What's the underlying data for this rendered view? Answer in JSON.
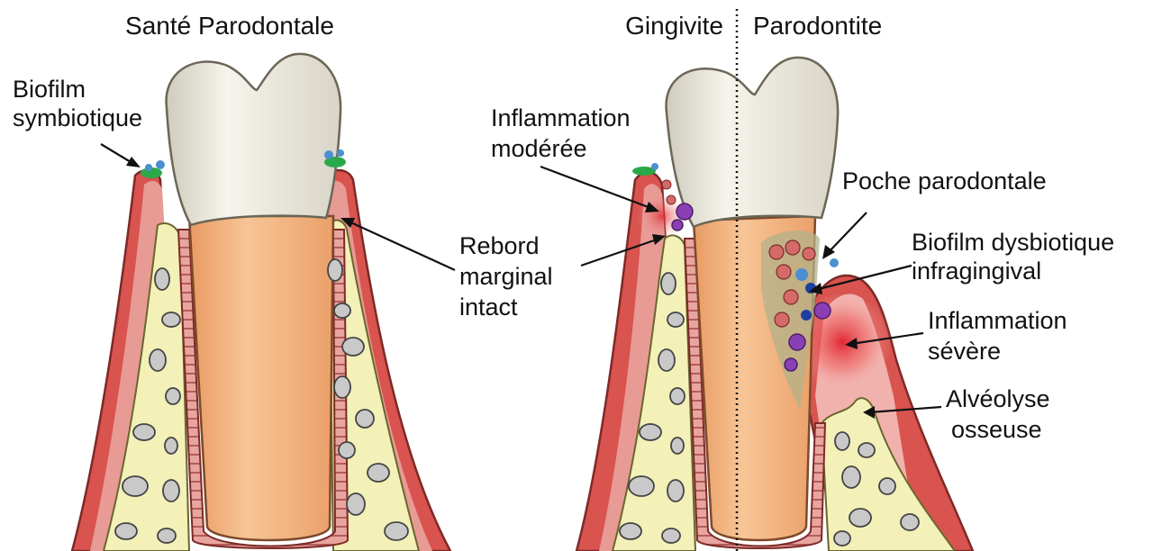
{
  "titles": {
    "left": "Santé Parodontale",
    "gingivitis": "Gingivite",
    "periodontitis": "Parodontite"
  },
  "labels": {
    "biofilm_symbiotic": [
      "Biofilm",
      "symbiotique"
    ],
    "rebord": [
      "Rebord",
      "marginal",
      "intact"
    ],
    "inflammation_moderate": [
      "Inflammation",
      "modérée"
    ],
    "poche": [
      "Poche parodontale"
    ],
    "biofilm_dysbiotic": [
      "Biofilm dysbiotique",
      "infragingival"
    ],
    "inflammation_severe": [
      "Inflammation",
      "sévère"
    ],
    "alveolyse": [
      "Alvéolyse",
      "osseuse"
    ]
  },
  "colors": {
    "gum": "#d9534f",
    "gum_inner": "#e89a94",
    "bone": "#f3f0b8",
    "crown": "#ece9df",
    "dentin": "#f2b07f",
    "ligament": "#a84a48",
    "pebble": "#c9c9c9",
    "biofilm_green": "#2aa84a",
    "biofilm_blue": "#4c8fd0",
    "bacteria_purple": "#8a3fb5",
    "inflammation": "#e0202a"
  }
}
